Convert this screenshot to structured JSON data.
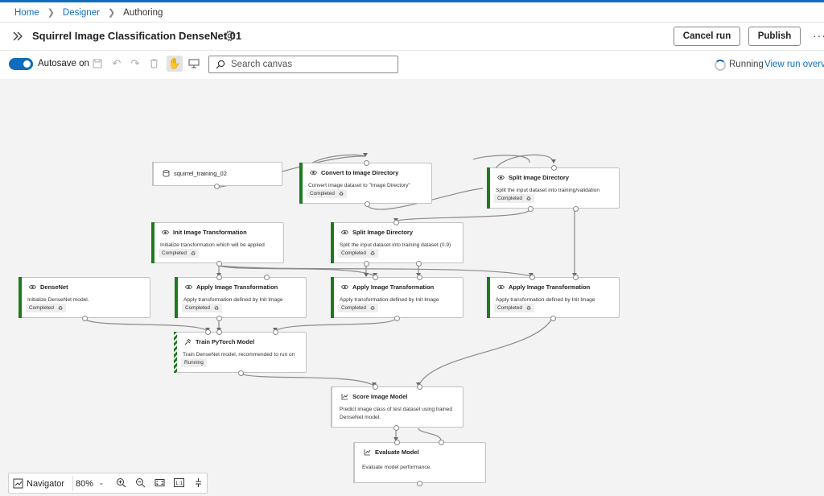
{
  "breadcrumb": {
    "home": "Home",
    "designer": "Designer",
    "current": "Authoring"
  },
  "header": {
    "title": "Squirrel Image Classification DenseNet 01",
    "cancel_label": "Cancel run",
    "publish_label": "Publish",
    "more_label": "···"
  },
  "toolbar": {
    "autosave_label": "Autosave on",
    "search_placeholder": "Search canvas",
    "running_label": "Running",
    "view_run_label": "View run overview"
  },
  "nodes": {
    "squirrel": {
      "title": "squirrel_training_02"
    },
    "convert": {
      "title": "Convert to Image Directory",
      "desc": "Convert image dataset to \"Image Directory\"",
      "status": "Completed"
    },
    "split1": {
      "title": "Split Image Directory",
      "desc": "Split the input dataset into training/validation",
      "status": "Completed"
    },
    "init": {
      "title": "Init Image Transformation",
      "desc": "Initialize transformation which will be applied",
      "status": "Completed"
    },
    "split2": {
      "title": "Split Image Directory",
      "desc": "Split the input dataset into training dataset (0.9)",
      "status": "Completed"
    },
    "densenet": {
      "title": "DenseNet",
      "desc": "Initialize DenseNet model.",
      "status": "Completed"
    },
    "apply1": {
      "title": "Apply Image Transformation",
      "desc": "Apply transformation defined by Init Image",
      "status": "Completed"
    },
    "apply2": {
      "title": "Apply Image Transformation",
      "desc": "Apply transformation defined by Init Image",
      "status": "Completed"
    },
    "apply3": {
      "title": "Apply Image Transformation",
      "desc": "Apply transformation defined by Init Image",
      "status": "Completed"
    },
    "train": {
      "title": "Train PyTorch Model",
      "desc": "Train DenseNet model, recommended to run on",
      "status": "Running"
    },
    "score": {
      "title": "Score Image Model",
      "desc": "Predict image class of test dataset using trained DenseNet model."
    },
    "evaluate": {
      "title": "Evaluate Model",
      "desc": "Evaluate model performance."
    }
  },
  "navigator": {
    "label": "Navigator",
    "zoom": "80%"
  },
  "colors": {
    "accent": "#0f6cbd",
    "completed_bar": "#1e7a1e"
  }
}
